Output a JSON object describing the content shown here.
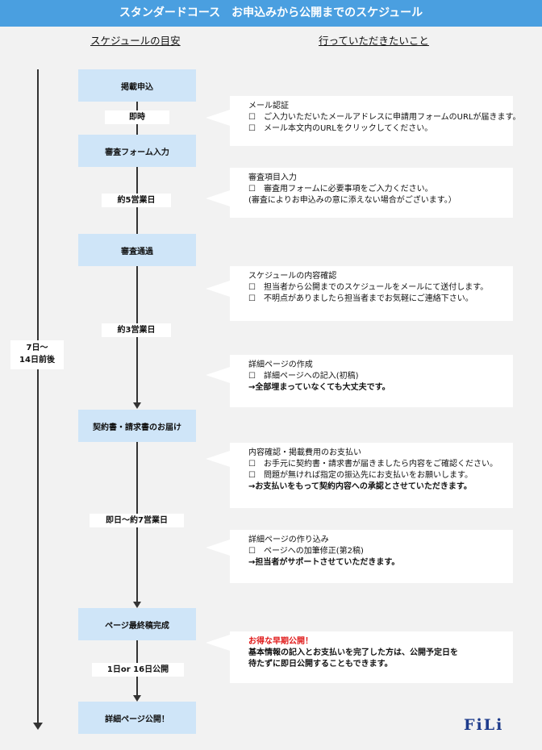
{
  "banner": {
    "title": "スタンダードコース　お申込みから公開までのスケジュール"
  },
  "headers": {
    "schedule": "スケジュールの目安",
    "todo": "行っていただきたいこと"
  },
  "timeline": {
    "line1": "7日～",
    "line2": "14日前後"
  },
  "stages": [
    {
      "label": "掲載申込"
    },
    {
      "label": "審査フォーム入力"
    },
    {
      "label": "審査通過"
    },
    {
      "label": "契約書・請求書のお届け"
    },
    {
      "label": "ページ最終稿完成"
    },
    {
      "label": "詳細ページ公開！"
    }
  ],
  "durations": [
    {
      "label": "即時"
    },
    {
      "label": "約5営業日"
    },
    {
      "label": "約3営業日"
    },
    {
      "label": "即日～約7営業日"
    },
    {
      "label": "1日or 16日公開"
    }
  ],
  "cards": [
    {
      "lines": [
        "メール認証",
        "☐　ご入力いただいたメールアドレスに申請用フォームのURLが届きます。",
        "☐　メール本文内のURLをクリックしてください。"
      ]
    },
    {
      "lines": [
        "審査項目入力",
        "☐　審査用フォームに必要事項をご入力ください。",
        "(審査によりお申込みの意に添えない場合がございます。）"
      ]
    },
    {
      "lines": [
        "スケジュールの内容確認",
        "☐　担当者から公開までのスケジュールをメールにて送付します。",
        "☐　不明点がありましたら担当者までお気軽にご連絡下さい。"
      ]
    },
    {
      "lines": [
        "詳細ページの作成",
        "☐　詳細ページへの記入(初稿)"
      ],
      "bold": "→全部埋まっていなくても大丈夫です。"
    },
    {
      "lines": [
        "内容確認・掲載費用のお支払い",
        "☐　お手元に契約書・請求書が届きましたら内容をご確認ください。",
        "☐　問題が無ければ指定の振込先にお支払いをお願いします。"
      ],
      "bold": "→お支払いをもって契約内容への承認とさせていただきます。"
    },
    {
      "lines": [
        "詳細ページの作り込み",
        "☐　ページへの加筆修正(第2稿)"
      ],
      "bold": "→担当者がサポートさせていただきます。"
    },
    {
      "highlight": "お得な早期公開！",
      "bold_lines": [
        "基本情報の記入とお支払いを完了した方は、公開予定日を",
        "待たずに即日公開することもできます。"
      ]
    }
  ],
  "logo": {
    "text": "FiLi"
  },
  "colors": {
    "banner": "#4a9fe0",
    "stage_fill": "#cfe5f8",
    "background": "#f2f2f2",
    "highlight": "#e01b1b",
    "logo": "#1e3c8c"
  }
}
